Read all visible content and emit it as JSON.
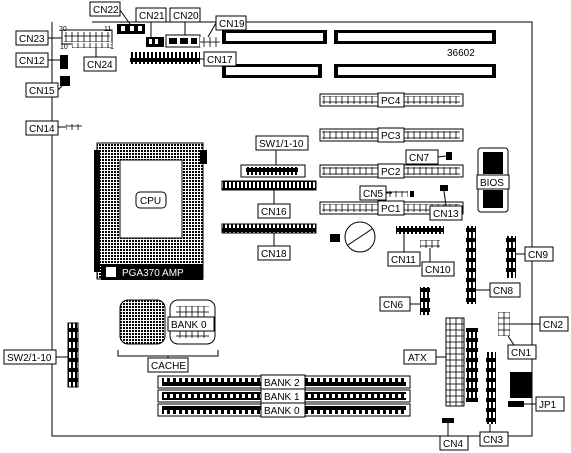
{
  "labels": {
    "cn22": "CN22",
    "cn21": "CN21",
    "cn20": "CN20",
    "cn19": "CN19",
    "cn23": "CN23",
    "cn12": "CN12",
    "cn24": "CN24",
    "cn17": "CN17",
    "cn15": "CN15",
    "cn14": "CN14",
    "pin20": "20",
    "pin11": "11",
    "pin10": "10",
    "pin1": "1",
    "board_id": "36602",
    "pc4": "PC4",
    "pc3": "PC3",
    "pc2": "PC2",
    "pc1": "PC1",
    "cn7": "CN7",
    "cn5": "CN5",
    "cn13": "CN13",
    "bios": "BIOS",
    "sw1": "SW1/1-10",
    "cpu": "CPU",
    "cn16": "CN16",
    "cn18": "CN18",
    "socket": "PGA370 AMP",
    "cn11": "CN11",
    "cn10": "CN10",
    "cn9": "CN9",
    "cn8": "CN8",
    "cn6": "CN6",
    "cn2": "CN2",
    "cn1": "CN1",
    "atx": "ATX",
    "bank0_chip": "BANK 0",
    "cache": "CACHE",
    "sw2": "SW2/1-10",
    "bank2": "BANK 2",
    "bank1": "BANK 1",
    "bank0": "BANK 0",
    "jp1": "JP1",
    "cn4": "CN4",
    "cn3": "CN3"
  }
}
